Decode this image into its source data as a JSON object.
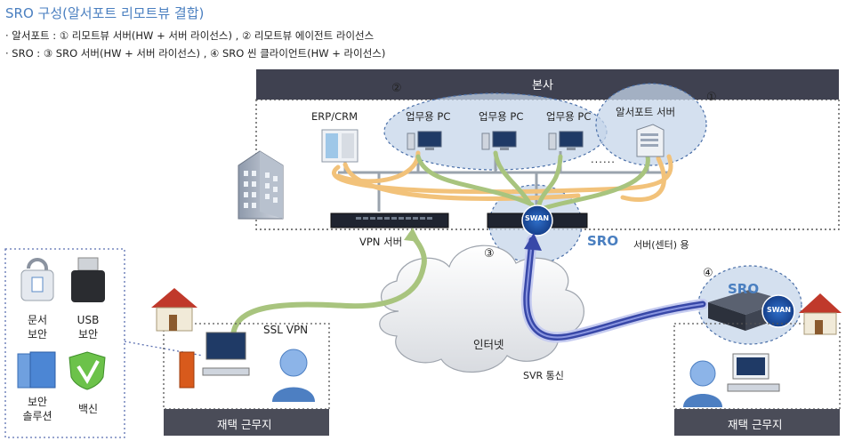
{
  "header": {
    "title": "SRO 구성(알서포트 리모트뷰 결합)",
    "line1": "· 알서포트 : ① 리모트뷰 서버(HW + 서버 라이선스) , ② 리모트뷰 에이전트 라이선스",
    "line2": "· SRO : ③ SRO 서버(HW + 서버 라이선스) , ④ SRO 씬 클라이언트(HW + 라이선스)"
  },
  "hq": {
    "title": "본사",
    "erp_label": "ERP/CRM",
    "pc_labels": [
      "업무용 PC",
      "업무용 PC",
      "업무용 PC"
    ],
    "server_label": "알서포트 서버",
    "vpn_label": "VPN 서버",
    "sro_server_label": "서버(센터) 용",
    "dots": "......"
  },
  "markers": {
    "m1": "①",
    "m2": "②",
    "m3": "③",
    "m4": "④"
  },
  "network": {
    "internet_label": "인터넷",
    "ssl_label": "SSL VPN",
    "svr_label": "SVR 통신"
  },
  "logos": {
    "swan": "SWAN",
    "sro": "SRO"
  },
  "security_panel": {
    "items": [
      {
        "label": "문서\n보안",
        "icon": "document-lock-icon"
      },
      {
        "label": "USB\n보안",
        "icon": "usb-icon"
      },
      {
        "label": "보안\n솔루션",
        "icon": "security-folder-icon"
      },
      {
        "label": "백신",
        "icon": "vaccine-shield-icon"
      }
    ]
  },
  "remote_left": {
    "title": "재택 근무지"
  },
  "remote_right": {
    "title": "재택 근무지"
  },
  "colors": {
    "title_blue": "#4a7fc0",
    "hq_bar": "#3f4150",
    "ellipse_fill": "#c5d5ea",
    "green_line": "#a8c47e",
    "orange_line": "#f2c27a",
    "blue_tunnel": "#3848a8",
    "remote_bar": "#4a4c58"
  }
}
